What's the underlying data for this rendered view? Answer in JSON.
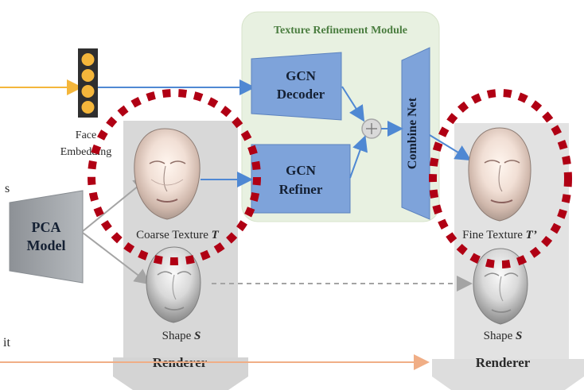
{
  "labels": {
    "module_title": "Texture Refinement Module",
    "gcn_decoder_line1": "GCN",
    "gcn_decoder_line2": "Decoder",
    "gcn_refiner_line1": "GCN",
    "gcn_refiner_line2": "Refiner",
    "combine_net": "Combine Net",
    "face_embedding_line1": "Face",
    "face_embedding_line2": "Embedding",
    "pca_line1": "PCA",
    "pca_line2": "Model",
    "coarse_texture_text": "Coarse Texture ",
    "coarse_texture_symbol": "T",
    "fine_texture_text": "Fine Texture ",
    "fine_texture_symbol": "T’",
    "shape_left_text": "Shape ",
    "shape_left_symbol": "S",
    "shape_right_text": "Shape ",
    "shape_right_symbol": "S",
    "renderer_left": "Renderer",
    "renderer_right": "Renderer",
    "edge_fragment_top": "s",
    "edge_fragment_bottom": "it"
  },
  "colors": {
    "panel_fill": "#e8f1e1",
    "panel_stroke": "#d7e3cb",
    "gcn_fill": "#7ea3da",
    "gcn_stroke": "#5c83bf",
    "gray_band": "#d7d7d7",
    "gray_band_alt": "#e2e2e2",
    "gray_model": "#9ea3a8",
    "yellow_line": "#f4b63b",
    "blue_line": "#4f88d3",
    "orange_line": "#f0ae86",
    "dashed_red": "#b00014",
    "gray_dashed": "#a4a4a4"
  },
  "icons": {
    "face_embedding": "vertical-embedding-icon",
    "plus": "plus-circle-icon"
  }
}
